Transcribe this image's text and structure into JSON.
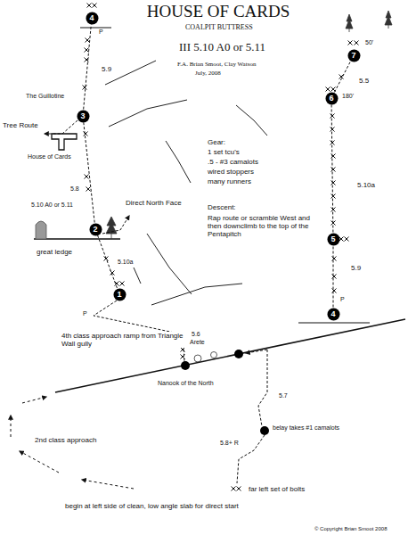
{
  "diagram": {
    "title": "HOUSE OF CARDS",
    "nodes": [
      {
        "text": [
          "4"
        ]
      },
      {
        "text": [
          "3"
        ]
      },
      {
        "text": [
          "2"
        ]
      },
      {
        "text": [
          "1"
        ]
      },
      {
        "text": [
          "7"
        ]
      },
      {
        "text": [
          "6"
        ]
      },
      {
        "text": [
          "5"
        ]
      },
      {
        "text": [
          "4"
        ]
      }
    ],
    "edges": [
      {
        "from": 3,
        "to": 2,
        "arrow": "none"
      },
      {
        "from": 2,
        "to": 1,
        "arrow": "none"
      },
      {
        "from": 1,
        "to": 0,
        "arrow": "none"
      },
      {
        "from": 7,
        "to": 6,
        "arrow": "none"
      },
      {
        "from": 6,
        "to": 5,
        "arrow": "none"
      },
      {
        "from": 5,
        "to": 4,
        "arrow": "none"
      }
    ],
    "labels": [
      "COALPIT BUTTRESS",
      "III 5.10 A0 or 5.11",
      "F.A. Brian Smoot, Clay Watson",
      "July, 2008",
      "P",
      "5.9",
      "The Guillotine",
      "Tree Route",
      "House of Cards",
      "5.8",
      "5.10 A0 or 5.11",
      "Direct North Face",
      "great ledge",
      "5.10a",
      "P",
      "5.6",
      "Arete",
      "4th class approach ramp from Triangle Wall gully",
      "Nanook of the North",
      "5.7",
      "belay takes #1 camalots",
      "5.8+ R",
      "2nd class approach",
      "far left set of bolts",
      "begin at left side of clean, low angle slab for direct start",
      "© Copyright Brian Smoot 2008",
      "Gear:",
      "1 set tcu's",
      ".5 - #3 camalots",
      "wired stoppers",
      "many runners",
      "Descent:",
      "Rap route or scramble West and then downclimb to the top of the Pentapitch",
      "50'",
      "5.5",
      "180'",
      "5.10a",
      "5.9",
      "P"
    ]
  }
}
